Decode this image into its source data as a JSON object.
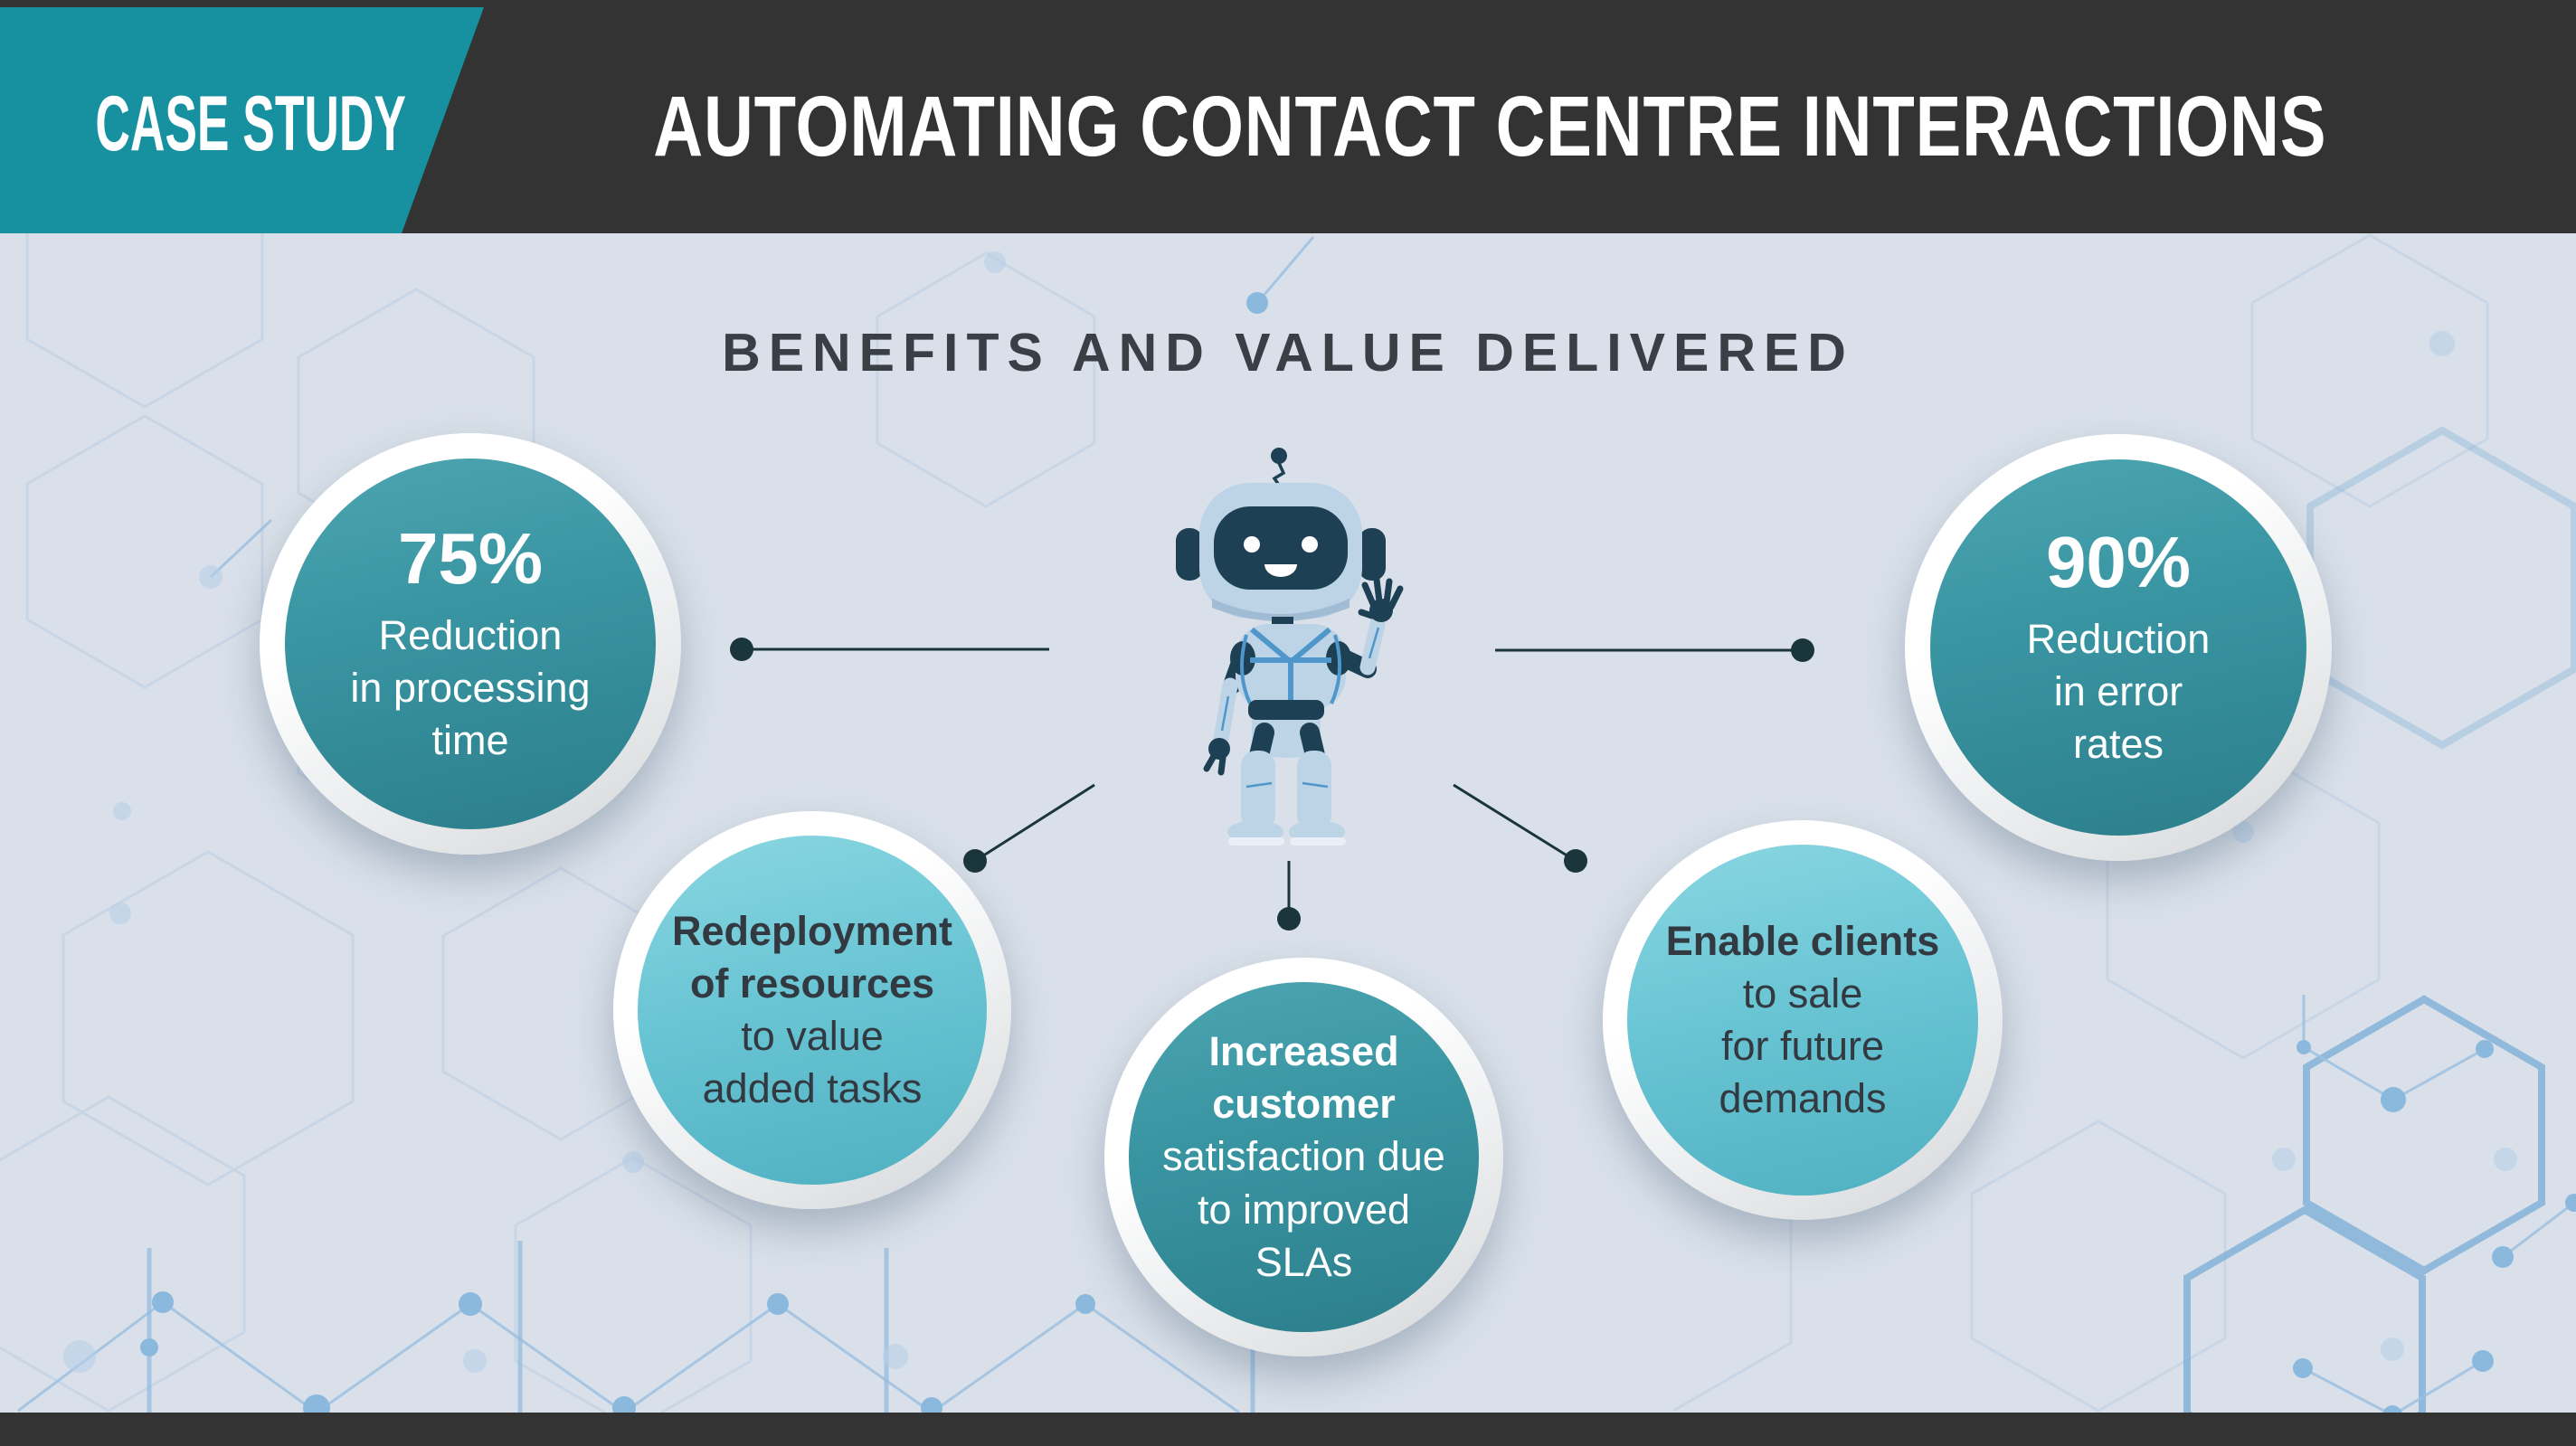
{
  "header": {
    "badge_label": "CASE STUDY",
    "title": "AUTOMATING CONTACT CENTRE INTERACTIONS"
  },
  "main": {
    "heading": "BENEFITS AND VALUE DELIVERED"
  },
  "benefits": [
    {
      "id": "processing-time",
      "stat": "75%",
      "light_lines": [
        "Reduction",
        "in processing",
        "time"
      ],
      "style": "teal-dark"
    },
    {
      "id": "error-rates",
      "stat": "90%",
      "light_lines": [
        "Reduction",
        "in error",
        "rates"
      ],
      "style": "teal-dark"
    },
    {
      "id": "redeployment",
      "bold_lines": [
        "Redeployment",
        "of resources"
      ],
      "light_lines": [
        "to value",
        "added tasks"
      ],
      "style": "teal-light"
    },
    {
      "id": "customer-satisfaction",
      "bold_lines": [
        "Increased",
        "customer"
      ],
      "light_lines": [
        "satisfaction due",
        "to improved",
        "SLAs"
      ],
      "style": "teal-dark"
    },
    {
      "id": "enable-clients",
      "bold_lines": [
        "Enable clients"
      ],
      "light_lines": [
        "to sale",
        "for future",
        "demands"
      ],
      "style": "teal-light"
    }
  ],
  "palette": {
    "brand_teal": "#17909f",
    "band_dark": "#333333",
    "background": "#d9e0e9",
    "circle_teal_top": "#4da5b1",
    "circle_teal_bottom": "#2c7e8b",
    "circle_light_top": "#8ad7e2",
    "circle_light_bottom": "#4fb0c1",
    "connector": "#1b353c",
    "heading_text": "#3a3f46",
    "hex_line": "#7fb0d8"
  }
}
